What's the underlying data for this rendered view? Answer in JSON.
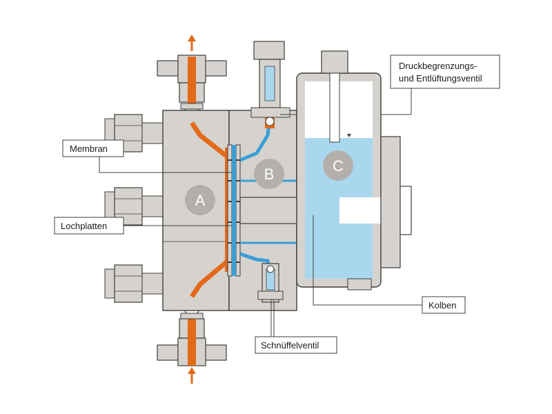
{
  "labels": {
    "membran": "Membran",
    "lochplatten": "Lochplatten",
    "druck_line1": "Druckbegrenzungs-",
    "druck_line2": "und Entlüftungsventil",
    "kolben": "Kolben",
    "schnueffel": "Schnüffelventil"
  },
  "zones": {
    "a": "A",
    "b": "B",
    "c": "C"
  },
  "colors": {
    "body_grey": "#d6d3cf",
    "outline": "#3c3c3c",
    "process_orange": "#e36a1a",
    "hydraulic_blue": "#a9d8ee",
    "hydraulic_line": "#3a9fd6",
    "zone_circle": "#b3b0ac"
  }
}
